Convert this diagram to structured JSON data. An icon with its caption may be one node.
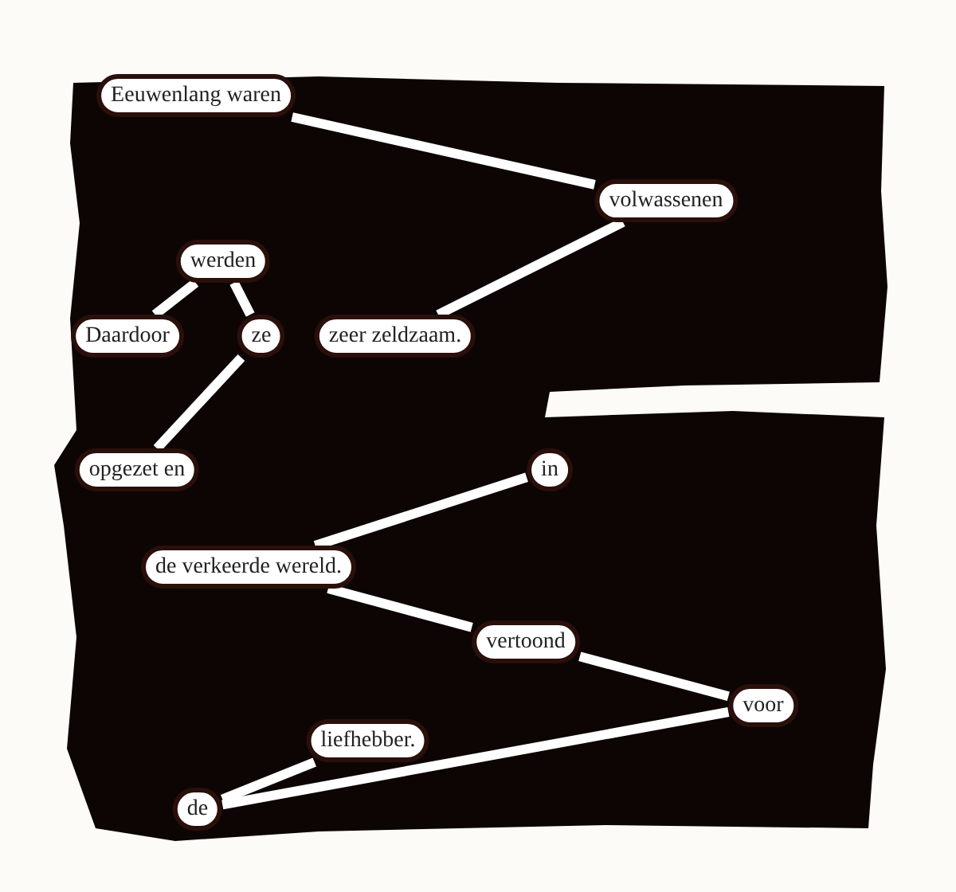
{
  "diagram": {
    "nodes": [
      {
        "text": [
          "Eeuwenlang waren"
        ]
      },
      {
        "text": [
          "volwassenen"
        ]
      },
      {
        "text": [
          "werden"
        ]
      },
      {
        "text": [
          "Daardoor"
        ]
      },
      {
        "text": [
          "ze"
        ]
      },
      {
        "text": [
          "zeer zeldzaam."
        ]
      },
      {
        "text": [
          "opgezet en"
        ]
      },
      {
        "text": [
          "in"
        ]
      },
      {
        "text": [
          "de verkeerde wereld."
        ]
      },
      {
        "text": [
          "vertoond"
        ]
      },
      {
        "text": [
          "voor"
        ]
      },
      {
        "text": [
          "liefhebber."
        ]
      },
      {
        "text": [
          "de"
        ]
      }
    ],
    "edges": [
      {
        "from": 0,
        "to": 1,
        "arrow": "none"
      },
      {
        "from": 1,
        "to": 5,
        "arrow": "none"
      },
      {
        "from": 3,
        "to": 2,
        "arrow": "none"
      },
      {
        "from": 2,
        "to": 4,
        "arrow": "none"
      },
      {
        "from": 4,
        "to": 6,
        "arrow": "none"
      },
      {
        "from": 7,
        "to": 8,
        "arrow": "none"
      },
      {
        "from": 8,
        "to": 9,
        "arrow": "none"
      },
      {
        "from": 9,
        "to": 10,
        "arrow": "none"
      },
      {
        "from": 10,
        "to": 12,
        "arrow": "none"
      },
      {
        "from": 12,
        "to": 11,
        "arrow": "none"
      }
    ]
  }
}
